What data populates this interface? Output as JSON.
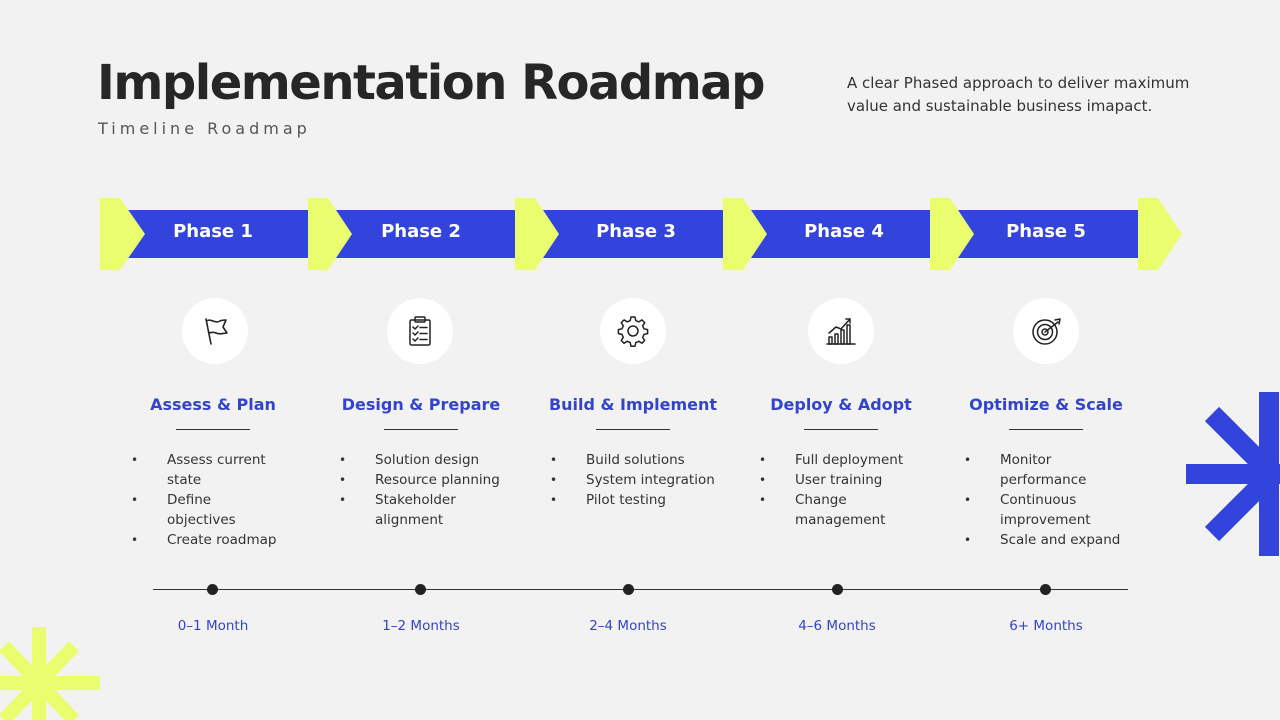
{
  "header": {
    "title": "Implementation Roadmap",
    "subtitle": "Timeline Roadmap",
    "description": "A clear Phased approach to deliver maximum value and sustainable business imapact."
  },
  "colors": {
    "background": "#f2f2f2",
    "arrow_blue": "#3344dd",
    "chevron_yellow": "#e9fd6e",
    "accent_text": "#3344cc"
  },
  "phases": [
    {
      "label": "Phase 1",
      "icon": "flag-icon",
      "title": "Assess & Plan",
      "bullets": [
        "Assess current state",
        "Define objectives",
        "Create roadmap"
      ],
      "timeline": "0–1 Month"
    },
    {
      "label": "Phase 2",
      "icon": "clipboard-checklist-icon",
      "title": "Design & Prepare",
      "bullets": [
        "Solution design",
        "Resource planning",
        "Stakeholder alignment"
      ],
      "timeline": "1–2 Months"
    },
    {
      "label": "Phase 3",
      "icon": "gear-icon",
      "title": "Build & Implement",
      "bullets": [
        "Build solutions",
        "System integration",
        "Pilot testing"
      ],
      "timeline": "2–4 Months"
    },
    {
      "label": "Phase 4",
      "icon": "growth-chart-icon",
      "title": "Deploy & Adopt",
      "bullets": [
        "Full deployment",
        "User training",
        "Change management"
      ],
      "timeline": "4–6 Months"
    },
    {
      "label": "Phase 5",
      "icon": "target-icon",
      "title": "Optimize & Scale",
      "bullets": [
        "Monitor performance",
        "Continuous improvement",
        "Scale and expand"
      ],
      "timeline": "6+ Months"
    }
  ]
}
